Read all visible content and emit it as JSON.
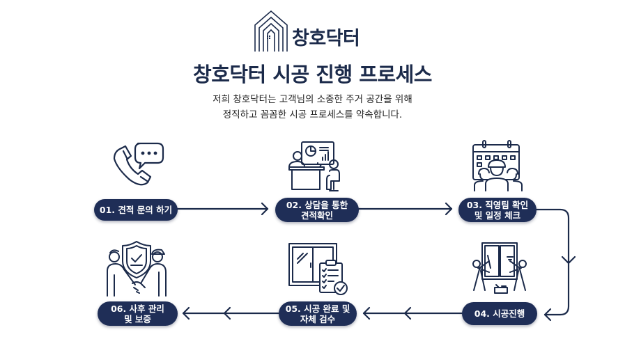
{
  "brand": {
    "logo_icon": "house-outline-icon",
    "name": "창호닥터"
  },
  "title": "창호닥터 시공 진행 프로세스",
  "subtitle": {
    "line1": "저희 창호닥터는 고객님의 소중한 주거 공간을 위해",
    "line2": "정직하고 꼼꼼한 시공 프로세스를 약속합니다."
  },
  "colors": {
    "primary": "#1f2e57",
    "line": "#1b2a4a",
    "text_on_primary": "#ffffff"
  },
  "steps": [
    {
      "number": "01",
      "line1": "01. 견적 문의 하기",
      "line2": "",
      "icon": "phone-chat-icon"
    },
    {
      "number": "02",
      "line1": "02. 상담을 통한",
      "line2": "견적확인",
      "icon": "consultation-desk-icon"
    },
    {
      "number": "03",
      "line1": "03. 직영팀 확인",
      "line2": "및 일정 체크",
      "icon": "calendar-team-icon"
    },
    {
      "number": "04",
      "line1": "04. 시공진행",
      "line2": "",
      "icon": "window-installation-icon"
    },
    {
      "number": "05",
      "line1": "05. 시공 완료 및",
      "line2": "자체 검수",
      "icon": "window-checklist-icon"
    },
    {
      "number": "06",
      "line1": "06. 사후 관리",
      "line2": "및 보증",
      "icon": "shield-handshake-icon"
    }
  ],
  "flow": [
    "01",
    "02",
    "03",
    "04",
    "05",
    "06"
  ]
}
